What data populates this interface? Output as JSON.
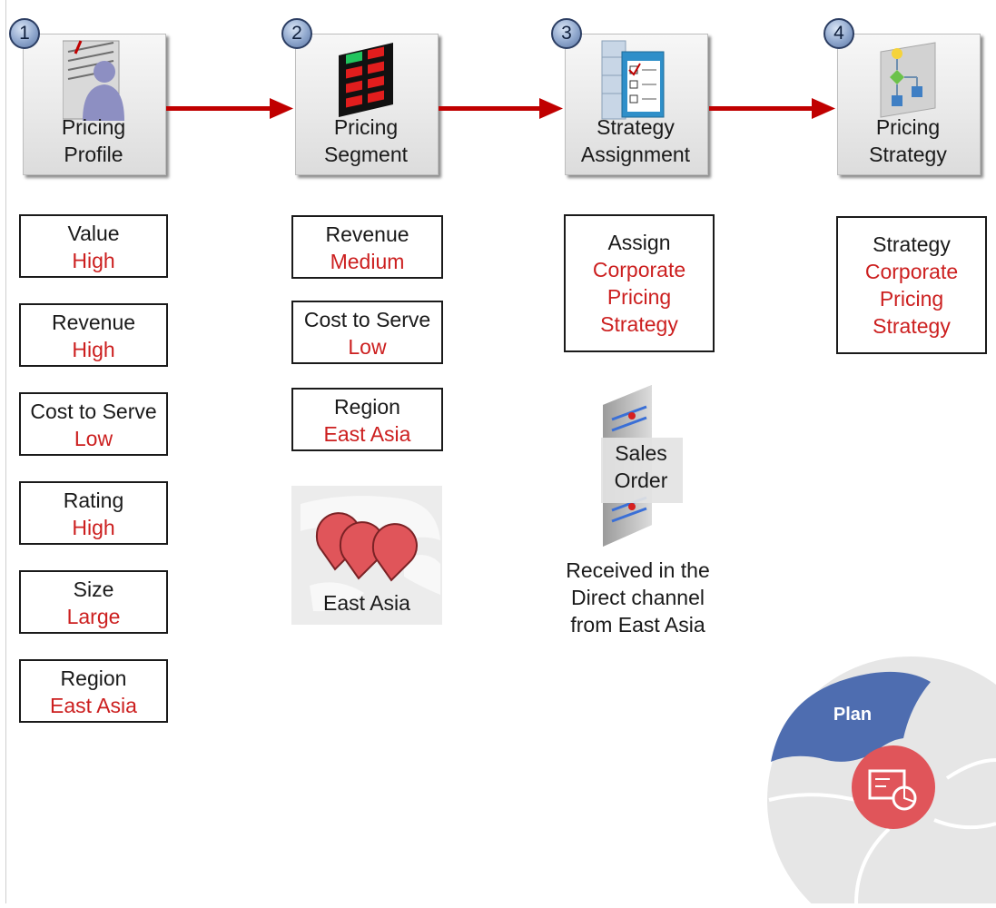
{
  "steps": [
    {
      "number": "1",
      "label_line1": "Pricing",
      "label_line2": "Profile"
    },
    {
      "number": "2",
      "label_line1": "Pricing",
      "label_line2": "Segment"
    },
    {
      "number": "3",
      "label_line1": "Strategy",
      "label_line2": "Assignment"
    },
    {
      "number": "4",
      "label_line1": "Pricing",
      "label_line2": "Strategy"
    }
  ],
  "profile_attributes": [
    {
      "name": "Value",
      "value": "High"
    },
    {
      "name": "Revenue",
      "value": "High"
    },
    {
      "name": "Cost to Serve",
      "value": "Low"
    },
    {
      "name": "Rating",
      "value": "High"
    },
    {
      "name": "Size",
      "value": "Large"
    },
    {
      "name": "Region",
      "value": "East Asia"
    }
  ],
  "segment_attributes": [
    {
      "name": "Revenue",
      "value": "Medium"
    },
    {
      "name": "Cost to Serve",
      "value": "Low"
    },
    {
      "name": "Region",
      "value": "East Asia"
    }
  ],
  "map": {
    "label": "East Asia"
  },
  "assignment": {
    "heading": "Assign",
    "line1": "Corporate",
    "line2": "Pricing",
    "line3": "Strategy"
  },
  "sales_order": {
    "label_line1": "Sales",
    "label_line2": "Order",
    "caption_line1": "Received  in the",
    "caption_line2": "Direct channel",
    "caption_line3": "from East Asia"
  },
  "strategy": {
    "heading": "Strategy",
    "line1": "Corporate",
    "line2": "Pricing",
    "line3": "Strategy"
  },
  "plan_badge": {
    "label": "Plan"
  },
  "colors": {
    "accent_red": "#cc1f1f",
    "arrow_red": "#c00000",
    "plan_blue": "#4e6db0",
    "plan_icon_red": "#e0555a"
  }
}
